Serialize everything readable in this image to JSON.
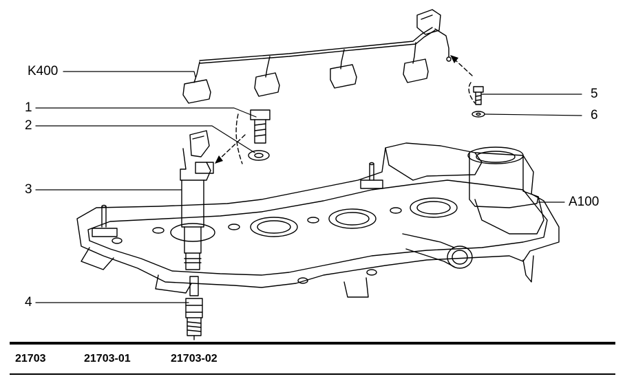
{
  "callouts": {
    "k400": "K400",
    "item_1": "1",
    "item_2": "2",
    "item_3": "3",
    "item_4": "4",
    "item_5": "5",
    "item_6": "6",
    "a100": "A100"
  },
  "footer": {
    "codes": [
      "21703",
      "21703-01",
      "21703-02"
    ]
  }
}
